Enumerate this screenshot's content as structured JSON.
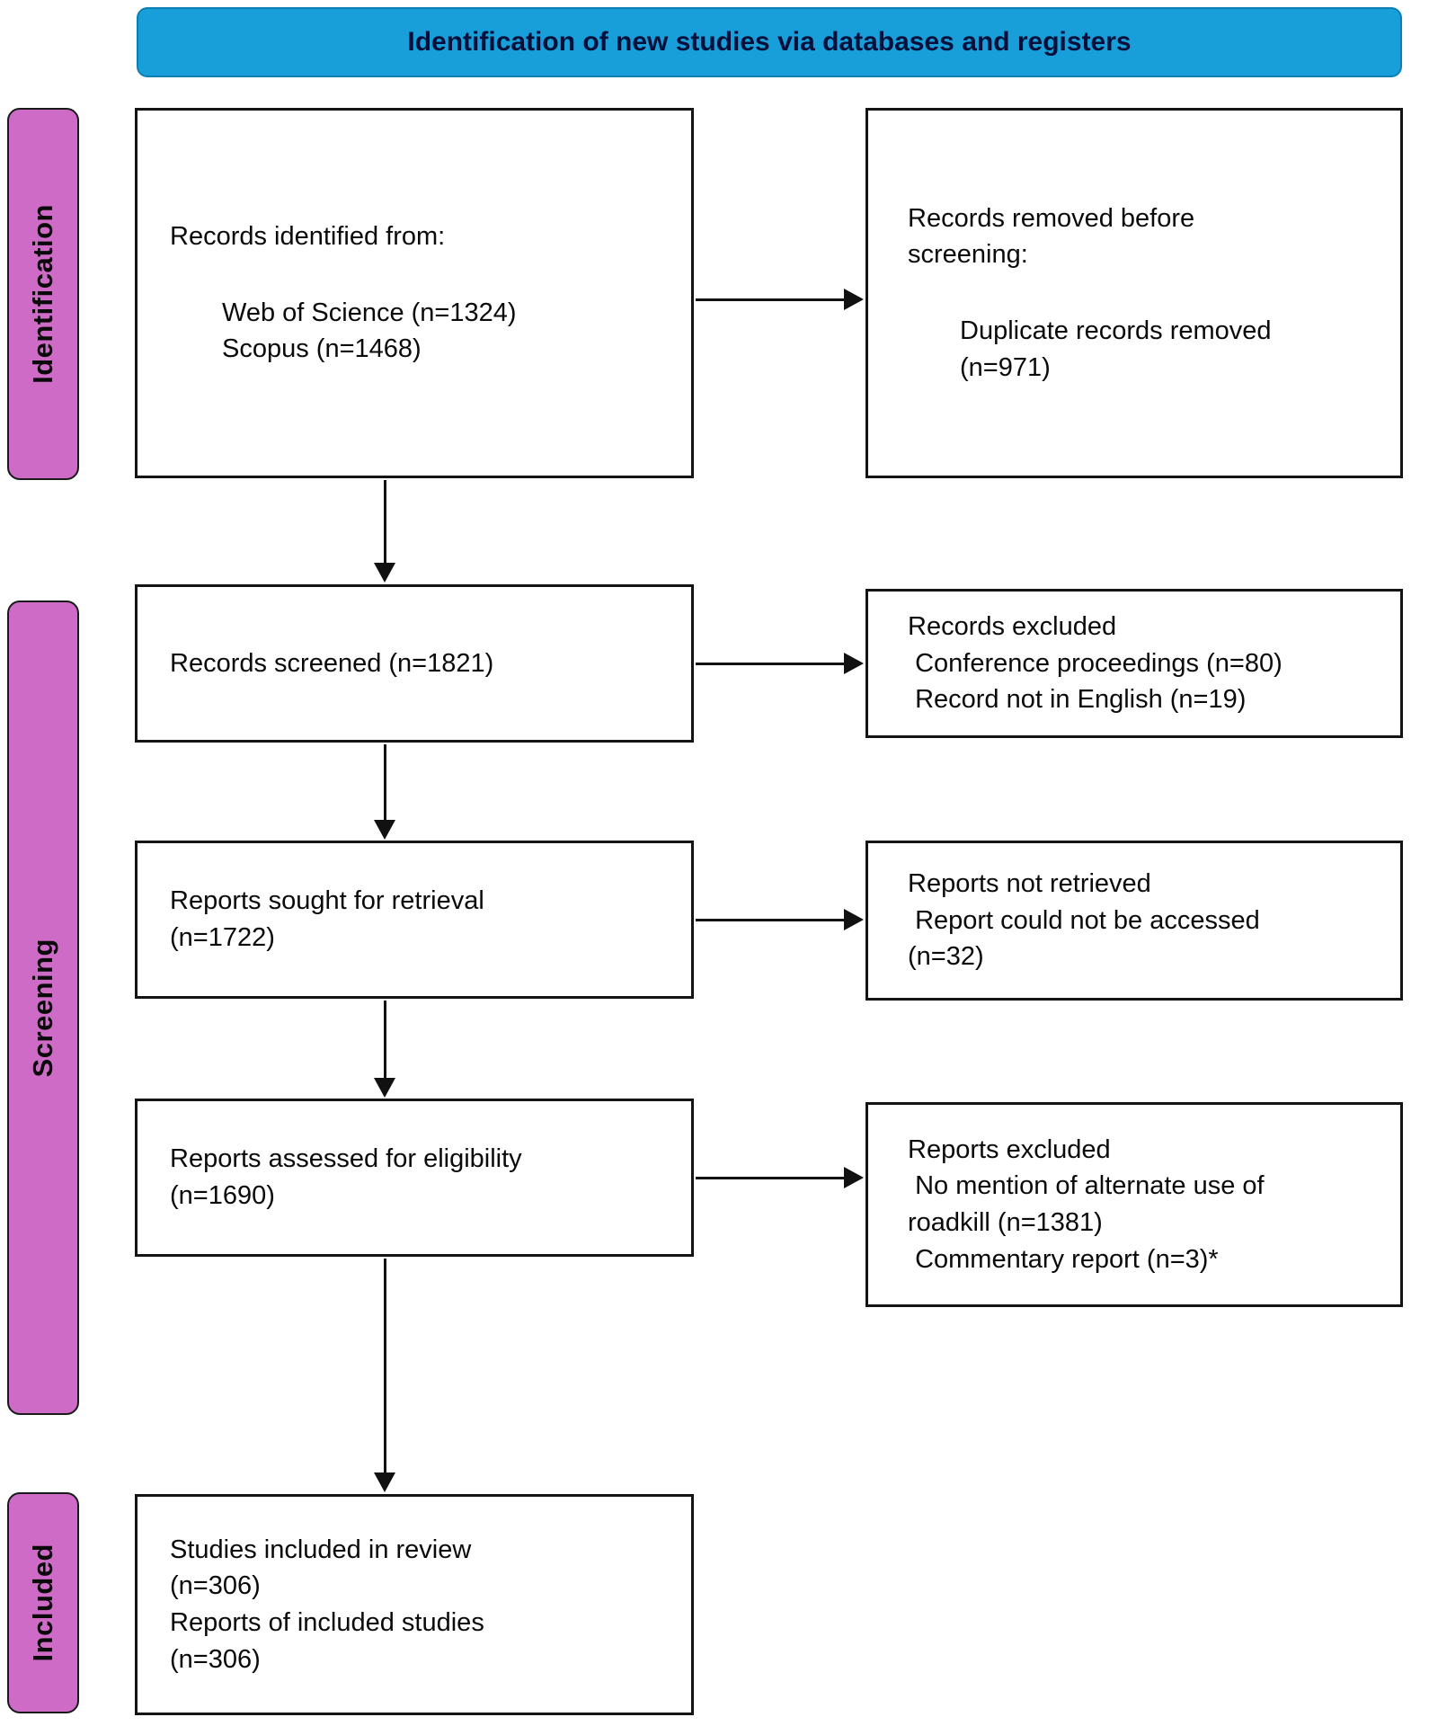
{
  "header": {
    "title": "Identification of new studies via databases and registers"
  },
  "sidebar": {
    "identification": "Identification",
    "screening": "Screening",
    "included": "Included"
  },
  "boxes": {
    "records_identified": {
      "title": "Records identified from:",
      "items": [
        "Web of Science (n=1324)",
        "Scopus (n=1468)"
      ]
    },
    "records_removed": {
      "title_lines": [
        "Records removed before",
        "screening:"
      ],
      "item_lines": [
        "Duplicate records removed",
        "(n=971)"
      ]
    },
    "records_screened": {
      "lines": [
        "Records screened (n=1821)"
      ]
    },
    "records_excluded": {
      "lines": [
        "Records excluded",
        " Conference proceedings (n=80)",
        " Record not in English (n=19)"
      ]
    },
    "reports_sought": {
      "lines": [
        "Reports sought for retrieval",
        "(n=1722)"
      ]
    },
    "reports_not_retrieved": {
      "lines": [
        "Reports not retrieved",
        " Report could not be accessed",
        "(n=32)"
      ]
    },
    "reports_assessed": {
      "lines": [
        "Reports assessed for eligibility",
        "(n=1690)"
      ]
    },
    "reports_excluded": {
      "lines": [
        "Reports excluded",
        " No mention of alternate use of",
        "roadkill (n=1381)",
        " Commentary report (n=3)*"
      ]
    },
    "studies_included": {
      "lines": [
        "Studies included in review",
        "(n=306)",
        "Reports of included studies",
        "(n=306)"
      ]
    }
  },
  "colors": {
    "header_bg": "#189fd9",
    "stage_bg": "#ce6bc7"
  }
}
